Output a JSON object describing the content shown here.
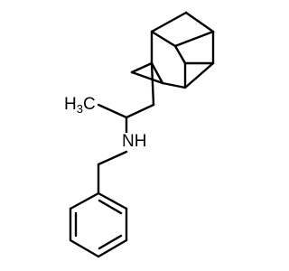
{
  "molecule": {
    "atom_labels": {
      "methyl": {
        "symbol": "H",
        "subscript": "3",
        "element": "C"
      },
      "amine": "NH"
    },
    "colors": {
      "bond": "#000000",
      "text": "#000000",
      "background": "#ffffff"
    }
  }
}
